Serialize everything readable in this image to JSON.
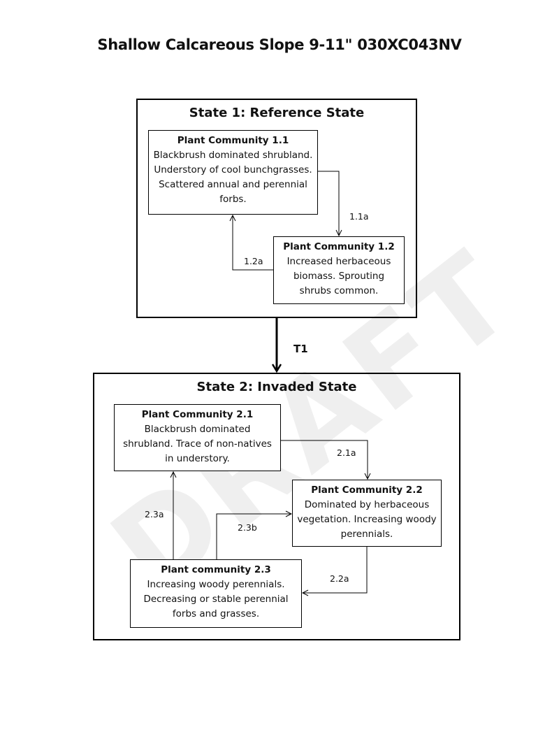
{
  "title": "Shallow Calcareous Slope 9-11\" 030XC043NV",
  "watermark": "DRAFT",
  "state1": {
    "title": "State 1: Reference State",
    "pc1_1": {
      "title": "Plant Community 1.1",
      "desc": "Blackbrush dominated shrubland. Understory of cool bunchgrasses. Scattered annual and perennial forbs."
    },
    "pc1_2": {
      "title": "Plant Community 1.2",
      "desc": "Increased herbaceous biomass. Sprouting shrubs common."
    },
    "path_1_1a": "1.1a",
    "path_1_2a": "1.2a"
  },
  "transition": "T1",
  "state2": {
    "title": "State 2: Invaded State",
    "pc2_1": {
      "title": "Plant Community 2.1",
      "desc": "Blackbrush dominated shrubland.  Trace of non-natives in understory."
    },
    "pc2_2": {
      "title": "Plant Community 2.2",
      "desc": "Dominated by herbaceous vegetation. Increasing woody perennials."
    },
    "pc2_3": {
      "title": "Plant community 2.3",
      "desc": "Increasing woody perennials. Decreasing or stable perennial forbs and grasses."
    },
    "path_2_1a": "2.1a",
    "path_2_2a": "2.2a",
    "path_2_3a": "2.3a",
    "path_2_3b": "2.3b"
  }
}
